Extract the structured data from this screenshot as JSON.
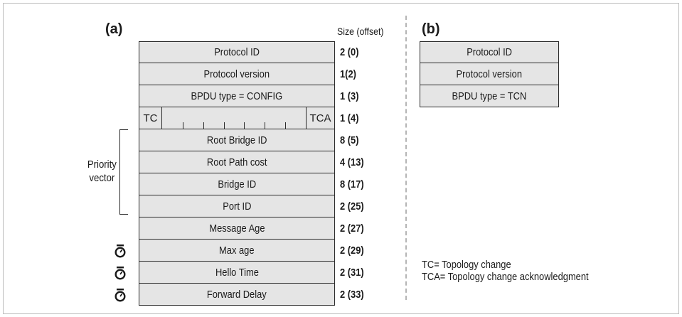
{
  "panel_a": {
    "label": "(a)",
    "size_header": "Size (offset)",
    "fields": [
      {
        "name": "Protocol ID",
        "size": "2 (0)"
      },
      {
        "name": "Protocol version",
        "size": "1(2)"
      },
      {
        "name": "BPDU type = CONFIG",
        "size": "1 (3)"
      },
      {
        "name": "",
        "size": "1 (4)"
      },
      {
        "name": "Root Bridge ID",
        "size": "8 (5)"
      },
      {
        "name": "Root Path cost",
        "size": "4 (13)"
      },
      {
        "name": "Bridge ID",
        "size": "8 (17)"
      },
      {
        "name": "Port ID",
        "size": "2 (25)"
      },
      {
        "name": "Message Age",
        "size": "2 (27)"
      },
      {
        "name": "Max age",
        "size": "2 (29)"
      },
      {
        "name": "Hello Time",
        "size": "2 (31)"
      },
      {
        "name": "Forward Delay",
        "size": "2 (33)"
      }
    ],
    "flags": {
      "left": "TC",
      "right": "TCA"
    },
    "priority_vector": {
      "line1": "Priority",
      "line2": "vector"
    },
    "timer_icon": "stopwatch-icon"
  },
  "panel_b": {
    "label": "(b)",
    "fields": [
      "Protocol ID",
      "Protocol version",
      "BPDU type = TCN"
    ]
  },
  "legend": {
    "tc": "TC= Topology change",
    "tca": "TCA= Topology change acknowledgment"
  },
  "colors": {
    "field_fill": "#e5e5e5",
    "border": "#2b2b2b",
    "divider": "#b5b5b5"
  }
}
